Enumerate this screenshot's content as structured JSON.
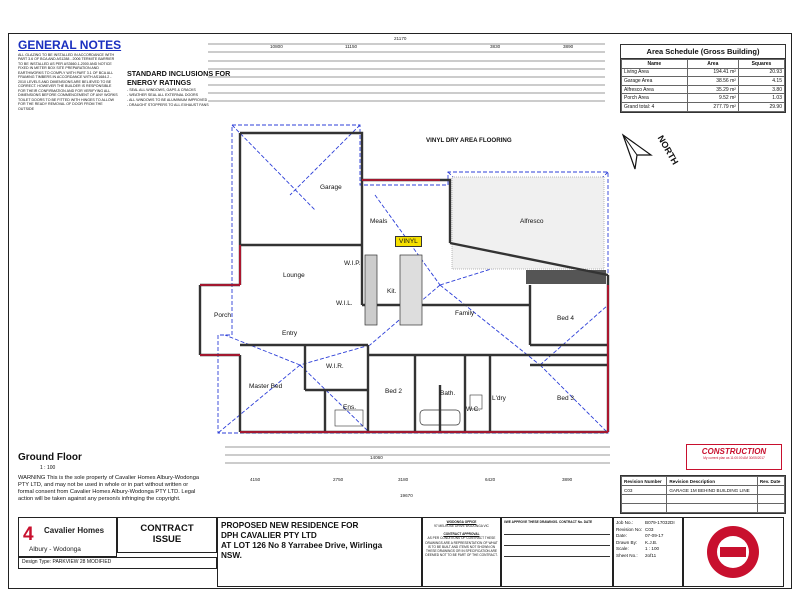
{
  "general_notes": {
    "title": "GENERAL NOTES",
    "body": "ALL GLAZING TO BE INSTALLED IN ACCORDANCE WITH PART 3.6 OF BCA AND AS1288 - 2006 TERMITE BARRIER TO BE INSTALLED AS PER AS3660.1-2000 AND NOTICE FIXED IN METER BOX SITE PREPARATION AND EARTHWORKS TO COMPLY WITH PART 3.1 OF BCA ALL FRAMING TIMBERS IN ACCORDANCE WITH AS1684.2 - 2010 LEVELS AND DIMENSIONS ARE BELIEVED TO BE CORRECT. HOWEVER THE BUILDER IS RESPONSIBLE FOR THEIR CONFIRMATION AND FOR VERIFYING ALL DIMENSIONS BEFORE COMMENCEMENT OF ANY WORKS TOILET DOORS TO BE FITTED WITH HINGES TO ALLOW FOR THE READY REMOVAL OF DOOR FROM THE OUTSIDE"
  },
  "standard_inclusions": {
    "title": "STANDARD INCLUSIONS FOR ENERGY RATINGS",
    "items": [
      "- SEAL ALL WINDOWS, GAPS & CRACKS",
      "- WEATHER SEAL ALL EXTERNAL DOORS",
      "- ALL WINDOWS TO BE ALUMINIUM IMPROVED",
      "- DRAUGHT STOPPERS TO ALL EXHAUST FANS"
    ]
  },
  "area_schedule": {
    "title": "Area Schedule (Gross Building)",
    "headers": [
      "Name",
      "Area",
      "Squares"
    ],
    "rows": [
      [
        "Living Area",
        "194.41 m²",
        "20.93"
      ],
      [
        "Garage Area",
        "38.56 m²",
        "4.15"
      ],
      [
        "Alfresco Area",
        "35.29 m²",
        "3.80"
      ],
      [
        "Porch Area",
        "9.52 m²",
        "1.03"
      ],
      [
        "Grand total: 4",
        "277.79 m²",
        "29.90"
      ]
    ]
  },
  "north": "NORTH",
  "floor_plan": {
    "vinyl_flooring": "VINYL DRY AREA FLOORING",
    "vinyl": "VINYL",
    "rooms": {
      "garage": "Garage",
      "meals": "Meals",
      "alfresco": "Alfresco",
      "lounge": "Lounge",
      "wip": "W.I.P.",
      "kit": "Kit.",
      "wil": "W.I.L.",
      "porch": "Porch",
      "entry": "Entry",
      "family": "Family",
      "bed4": "Bed 4",
      "wir": "W.I.R.",
      "master": "Master Bed",
      "ens": "Ens.",
      "bed2": "Bed 2",
      "bath": "Bath.",
      "wc": "W.C.",
      "ldry": "L'dry",
      "bed3": "Bed 3"
    },
    "top_dims": [
      "21170",
      "10800",
      "11150",
      "3830",
      "3890"
    ],
    "bottom_dims": [
      "4150",
      "2750",
      "3180",
      "6420",
      "3890",
      "14060",
      "19670"
    ]
  },
  "ground_floor": {
    "title": "Ground Floor",
    "scale": "1 : 100"
  },
  "warning": "WARNING This is the sole property of Cavalier Homes Albury-Wodonga PTY LTD, and may not be used in whole or in part without written or formal consent from Cavalier Homes Albury-Wodonga PTY LTD. Legal action will be taken against any person/s infringing the copyright.",
  "construction_stamp": {
    "title": "CONSTRUCTION",
    "sub": "My current plan as 11:00:00 AM 30/05/2017"
  },
  "revision": {
    "headers": [
      "Revision Number",
      "Revision Description",
      "Rev. Date"
    ],
    "rows": [
      [
        "C03",
        "GARAGE 1M BEHIND BUILDING LINE",
        ""
      ]
    ]
  },
  "company_logo": {
    "brand": "Cavalier Homes",
    "location": "Albury - Wodonga"
  },
  "contract_issue": [
    "CONTRACT",
    "ISSUE"
  ],
  "design_type": "Design Type: PARKVIEW 28 MODIFIED",
  "proposed": {
    "line1": "PROPOSED NEW RESIDENCE FOR",
    "line2": "DPH CAVALIER PTY LTD",
    "line3": "AT LOT 126 No 8 Yarrabee Drive, Wirlinga",
    "line4": "NSW."
  },
  "office": {
    "title": "WODONGA OFFICE",
    "address": "97 MELROSE DRIVE WODONGA VIC",
    "contract_title": "CONTRACT APPROVAL",
    "contract_text": "AS PER CONDITIONS OF CONTRACT THESE DRAWINGS ARE A REPRESENTATION OF WHAT IS TO BE BUILT AND ITEMS NOT SHOWN ON THESE DRAWINGS OR IN SPECIFICATION ARE DEEMED NOT TO BE PART OF THE CONTRACT."
  },
  "approval_notes": {
    "title": "I/WE APPROVE THESE DRAWINGS. CONTRACT No. DATE",
    "signature_lines": [
      "",
      "",
      ""
    ]
  },
  "job": {
    "rows": [
      [
        "Job No.:",
        "B079-17032DI"
      ],
      [
        "Revision No:",
        "C03"
      ],
      [
        "Date:",
        "07-09-17"
      ],
      [
        "Drawn By:",
        "K.J.B."
      ],
      [
        "Scale:",
        "1 : 100"
      ],
      [
        "Sheet No.:",
        "2of11"
      ]
    ]
  },
  "colors": {
    "wall_red": "#c8102e",
    "blue_dash": "#2d3fd8",
    "vinyl_yellow": "#f6e000"
  }
}
